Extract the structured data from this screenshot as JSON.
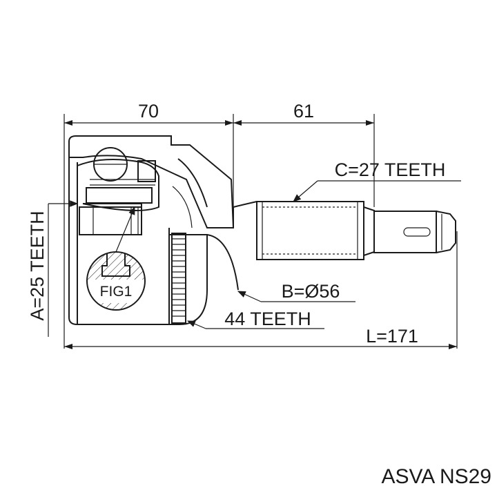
{
  "dimensions": {
    "housing_length": "70",
    "shaft_length": "61",
    "total_length": "L=171"
  },
  "callouts": {
    "outer_spline": "C=27 TEETH",
    "seal_diameter": "B=Ø56",
    "abs_ring": "44 TEETH",
    "inner_spline": "A=25 TEETH",
    "figure": "FIG1"
  },
  "caption": "ASVA NS29",
  "colors": {
    "line": "#1a1a1a",
    "background": "#ffffff"
  }
}
